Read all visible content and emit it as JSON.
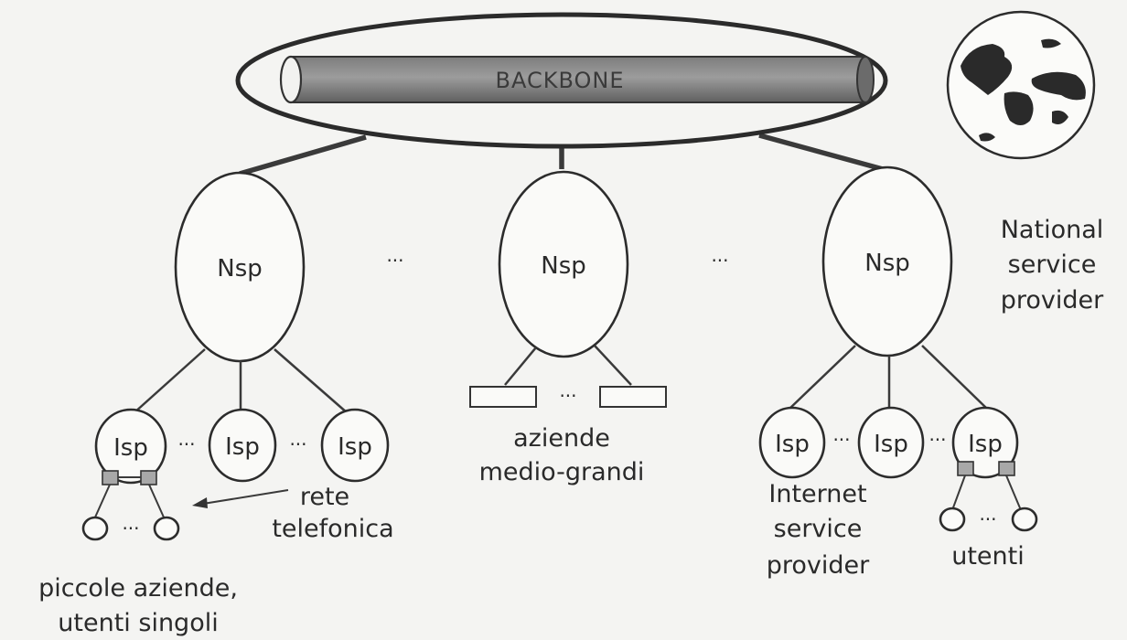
{
  "backbone": {
    "label": "BACKBONE"
  },
  "nsp_nodes": [
    {
      "label": "Nsp"
    },
    {
      "label": "Nsp"
    },
    {
      "label": "Nsp"
    }
  ],
  "isp_nodes_left": [
    {
      "label": "Isp"
    },
    {
      "label": "Isp"
    },
    {
      "label": "Isp"
    }
  ],
  "isp_nodes_right": [
    {
      "label": "Isp"
    },
    {
      "label": "Isp"
    },
    {
      "label": "Isp"
    }
  ],
  "ellipsis": "···",
  "labels": {
    "national_service_provider": [
      "National",
      "service",
      "provider"
    ],
    "internet_service_provider": [
      "Internet",
      "service",
      "provider"
    ],
    "aziende_medio_grandi": [
      "aziende",
      "medio-grandi"
    ],
    "rete_telefonica": [
      "rete",
      "telefonica"
    ],
    "piccole_aziende": [
      "piccole aziende,",
      "utenti singoli"
    ],
    "utenti": "utenti"
  },
  "icons": {
    "globe": "globe-icon"
  }
}
